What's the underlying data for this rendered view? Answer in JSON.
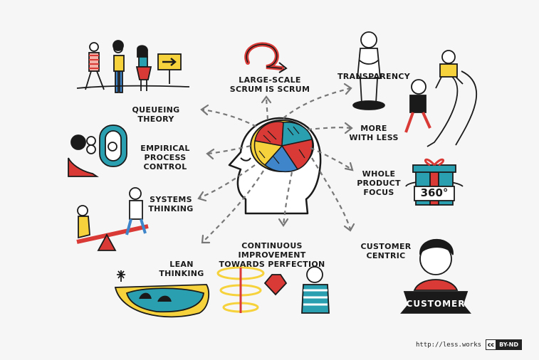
{
  "concepts": {
    "large_scale_scrum": [
      "LARGE-SCALE",
      "SCRUM IS SCRUM"
    ],
    "transparency": [
      "TRANSPARENCY"
    ],
    "queueing_theory": [
      "QUEUEING THEORY"
    ],
    "more_with_less": [
      "MORE",
      "WITH LESS"
    ],
    "empirical_process_control": [
      "EMPIRICAL",
      "PROCESS CONTROL"
    ],
    "whole_product_focus": [
      "WHOLE",
      "PRODUCT",
      "FOCUS"
    ],
    "systems_thinking": [
      "SYSTEMS",
      "THINKING"
    ],
    "customer_centric": [
      "CUSTOMER",
      "CENTRIC"
    ],
    "lean_thinking": [
      "LEAN",
      "THINKING"
    ],
    "continuous_improvement": [
      "CONTINUOUS IMPROVEMENT",
      "TOWARDS PERFECTION"
    ]
  },
  "gift_label": "360°",
  "banner_label": "CUSTOMER",
  "footer": {
    "url": "http://less.works",
    "license_symbol": "cc",
    "license": "BY-ND"
  },
  "colors": {
    "red": "#d93a36",
    "yellow": "#f6d23c",
    "teal": "#2a9fb0",
    "blue": "#3e86c9",
    "ink": "#1a1a1a"
  }
}
